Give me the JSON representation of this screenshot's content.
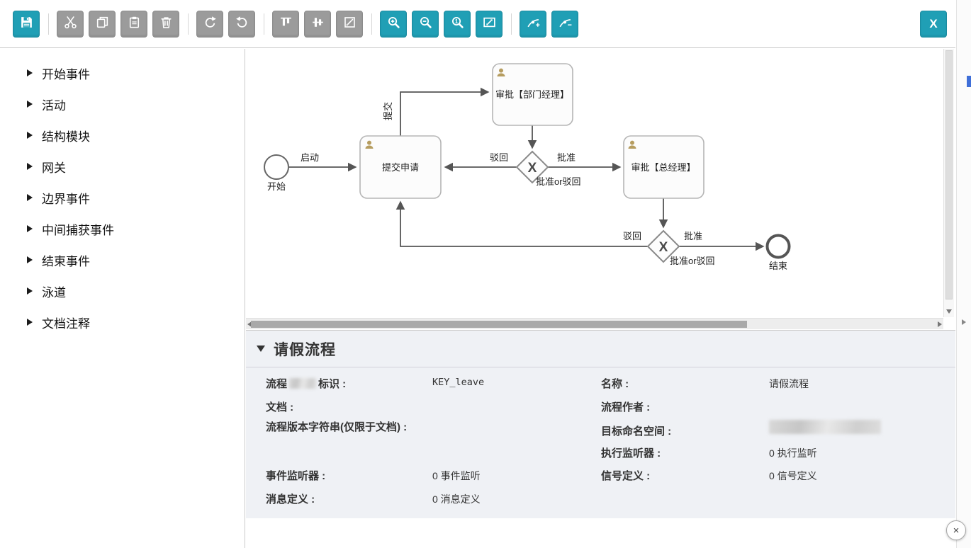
{
  "toolbar": {
    "x_button_label": "X",
    "zoom_actual_glyph": "1"
  },
  "palette": {
    "items": [
      {
        "label": "开始事件"
      },
      {
        "label": "活动"
      },
      {
        "label": "结构模块"
      },
      {
        "label": "网关"
      },
      {
        "label": "边界事件"
      },
      {
        "label": "中间捕获事件"
      },
      {
        "label": "结束事件"
      },
      {
        "label": "泳道"
      },
      {
        "label": "文档注释"
      }
    ]
  },
  "diagram": {
    "start_event_label": "开始",
    "flow_launch_label": "启动",
    "task_submit_label": "提交申请",
    "flow_submit_label": "提交",
    "task_dept_manager_label": "审批【部门经理】",
    "flow_reject1_label": "驳回",
    "flow_approve1_label": "批准",
    "gateway1_label": "批准or驳回",
    "gateway_glyph": "X",
    "task_general_manager_label": "审批【总经理】",
    "flow_reject2_label": "驳回",
    "flow_approve2_label": "批准",
    "gateway2_label": "批准or驳回",
    "end_event_label": "结束"
  },
  "properties": {
    "title": "请假流程",
    "process_id": {
      "label_prefix": "流程",
      "label_suffix": "标识 :",
      "value": "KEY_leave"
    },
    "name": {
      "label": "名称 :",
      "value": "请假流程"
    },
    "documentation": {
      "label": "文档 :"
    },
    "author": {
      "label": "流程作者 :"
    },
    "version_string": {
      "label": "流程版本字符串(仅限于文档) :"
    },
    "target_namespace": {
      "label": "目标命名空间 :"
    },
    "execution_listeners": {
      "label": "执行监听器 :",
      "value": "0 执行监听"
    },
    "event_listeners": {
      "label": "事件监听器 :",
      "value": "0 事件监听"
    },
    "signal_definitions": {
      "label": "信号定义 :",
      "value": "0 信号定义"
    },
    "message_definitions": {
      "label": "消息定义 :",
      "value": "0 消息定义"
    }
  },
  "page": {
    "close_glyph": "×"
  },
  "colors": {
    "accent": "#209fb5",
    "disabled": "#9b9b9b",
    "connector": "#555555",
    "user_icon": "#b69d60"
  }
}
